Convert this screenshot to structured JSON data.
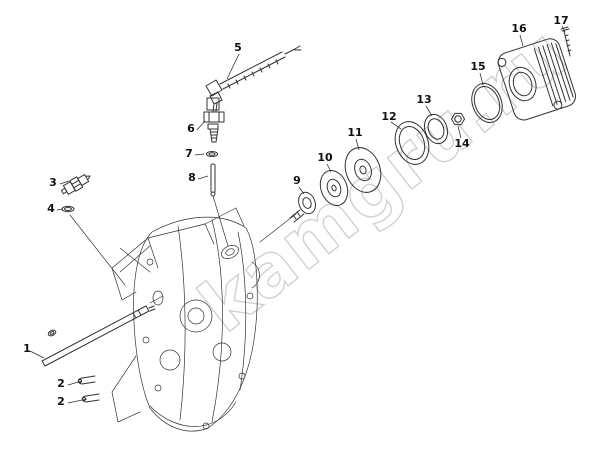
{
  "diagram": {
    "background_color": "#ffffff",
    "line_color": "#333333"
  },
  "watermark": {
    "text": "kamgru.ru",
    "color": "#c9c9c9"
  },
  "labels": [
    "1",
    "2",
    "2",
    "3",
    "4",
    "5",
    "6",
    "7",
    "8",
    "9",
    "10",
    "11",
    "12",
    "13",
    "14",
    "15",
    "16",
    "17"
  ]
}
